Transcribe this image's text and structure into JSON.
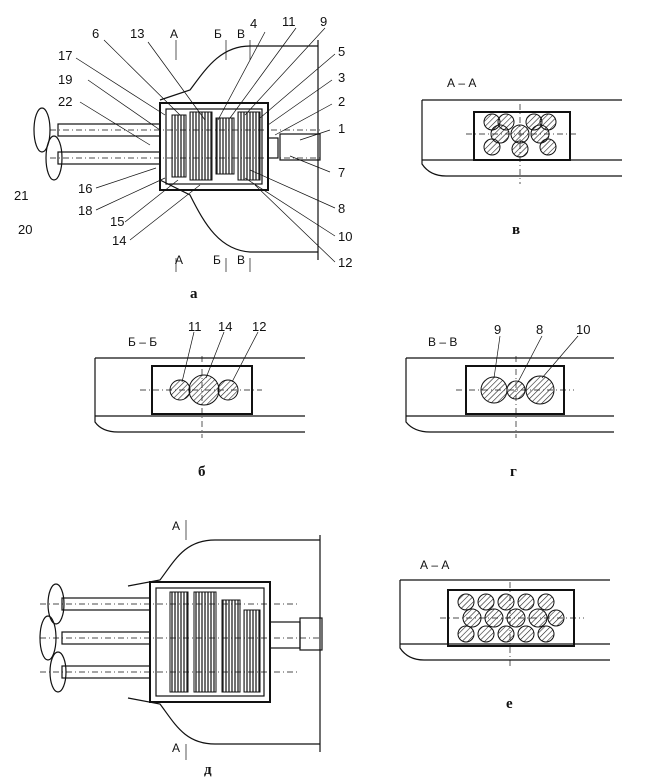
{
  "figures": {
    "a": {
      "caption": "а",
      "numbers": [
        "1",
        "2",
        "3",
        "4",
        "5",
        "6",
        "7",
        "8",
        "9",
        "10",
        "11",
        "12",
        "13",
        "14",
        "15",
        "16",
        "17",
        "18",
        "19",
        "20",
        "21",
        "22"
      ],
      "section_marks": [
        "А",
        "Б",
        "В",
        "А",
        "Б",
        "В"
      ]
    },
    "v": {
      "caption": "в",
      "section_title": "А – А"
    },
    "b": {
      "caption": "б",
      "section_title": "Б – Б",
      "numbers": [
        "11",
        "14",
        "12"
      ]
    },
    "g": {
      "caption": "г",
      "section_title": "В – В",
      "numbers": [
        "9",
        "8",
        "10"
      ]
    },
    "d": {
      "caption": "д",
      "section_marks": [
        "А",
        "А"
      ]
    },
    "e": {
      "caption": "е",
      "section_title": "А – А"
    }
  }
}
